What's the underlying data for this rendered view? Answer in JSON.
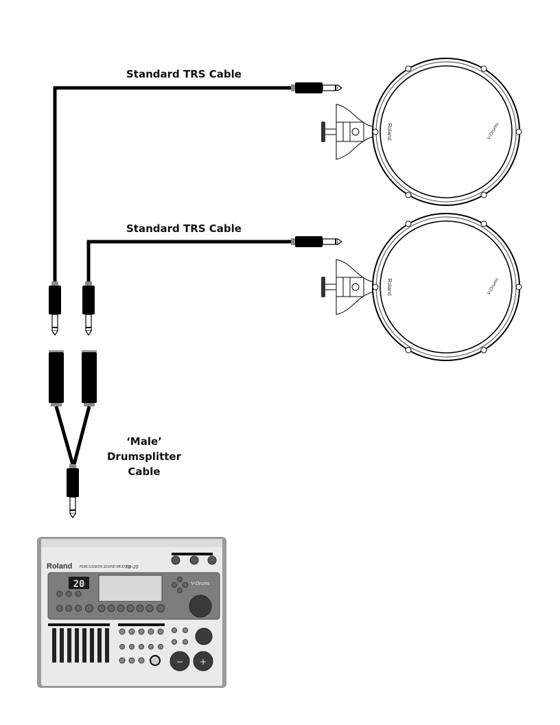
{
  "diagram": {
    "title": "Drumsplitter connection diagram",
    "labels": {
      "cable_top": "Standard TRS Cable",
      "cable_bottom": "Standard TRS Cable",
      "splitter_line1": "‘Male’",
      "splitter_line2": "Drumsplitter",
      "splitter_line3": "Cable"
    },
    "pads": [
      {
        "brand": "Roland",
        "logo": "V-Drums"
      },
      {
        "brand": "Roland",
        "logo": "V-Drums"
      }
    ],
    "module": {
      "brand": "Roland",
      "model": "TD-20",
      "subtitle": "PERCUSSION SOUND MODULE",
      "display_value": "20",
      "logo": "V-Drums",
      "minus": "−",
      "plus": "+"
    }
  }
}
